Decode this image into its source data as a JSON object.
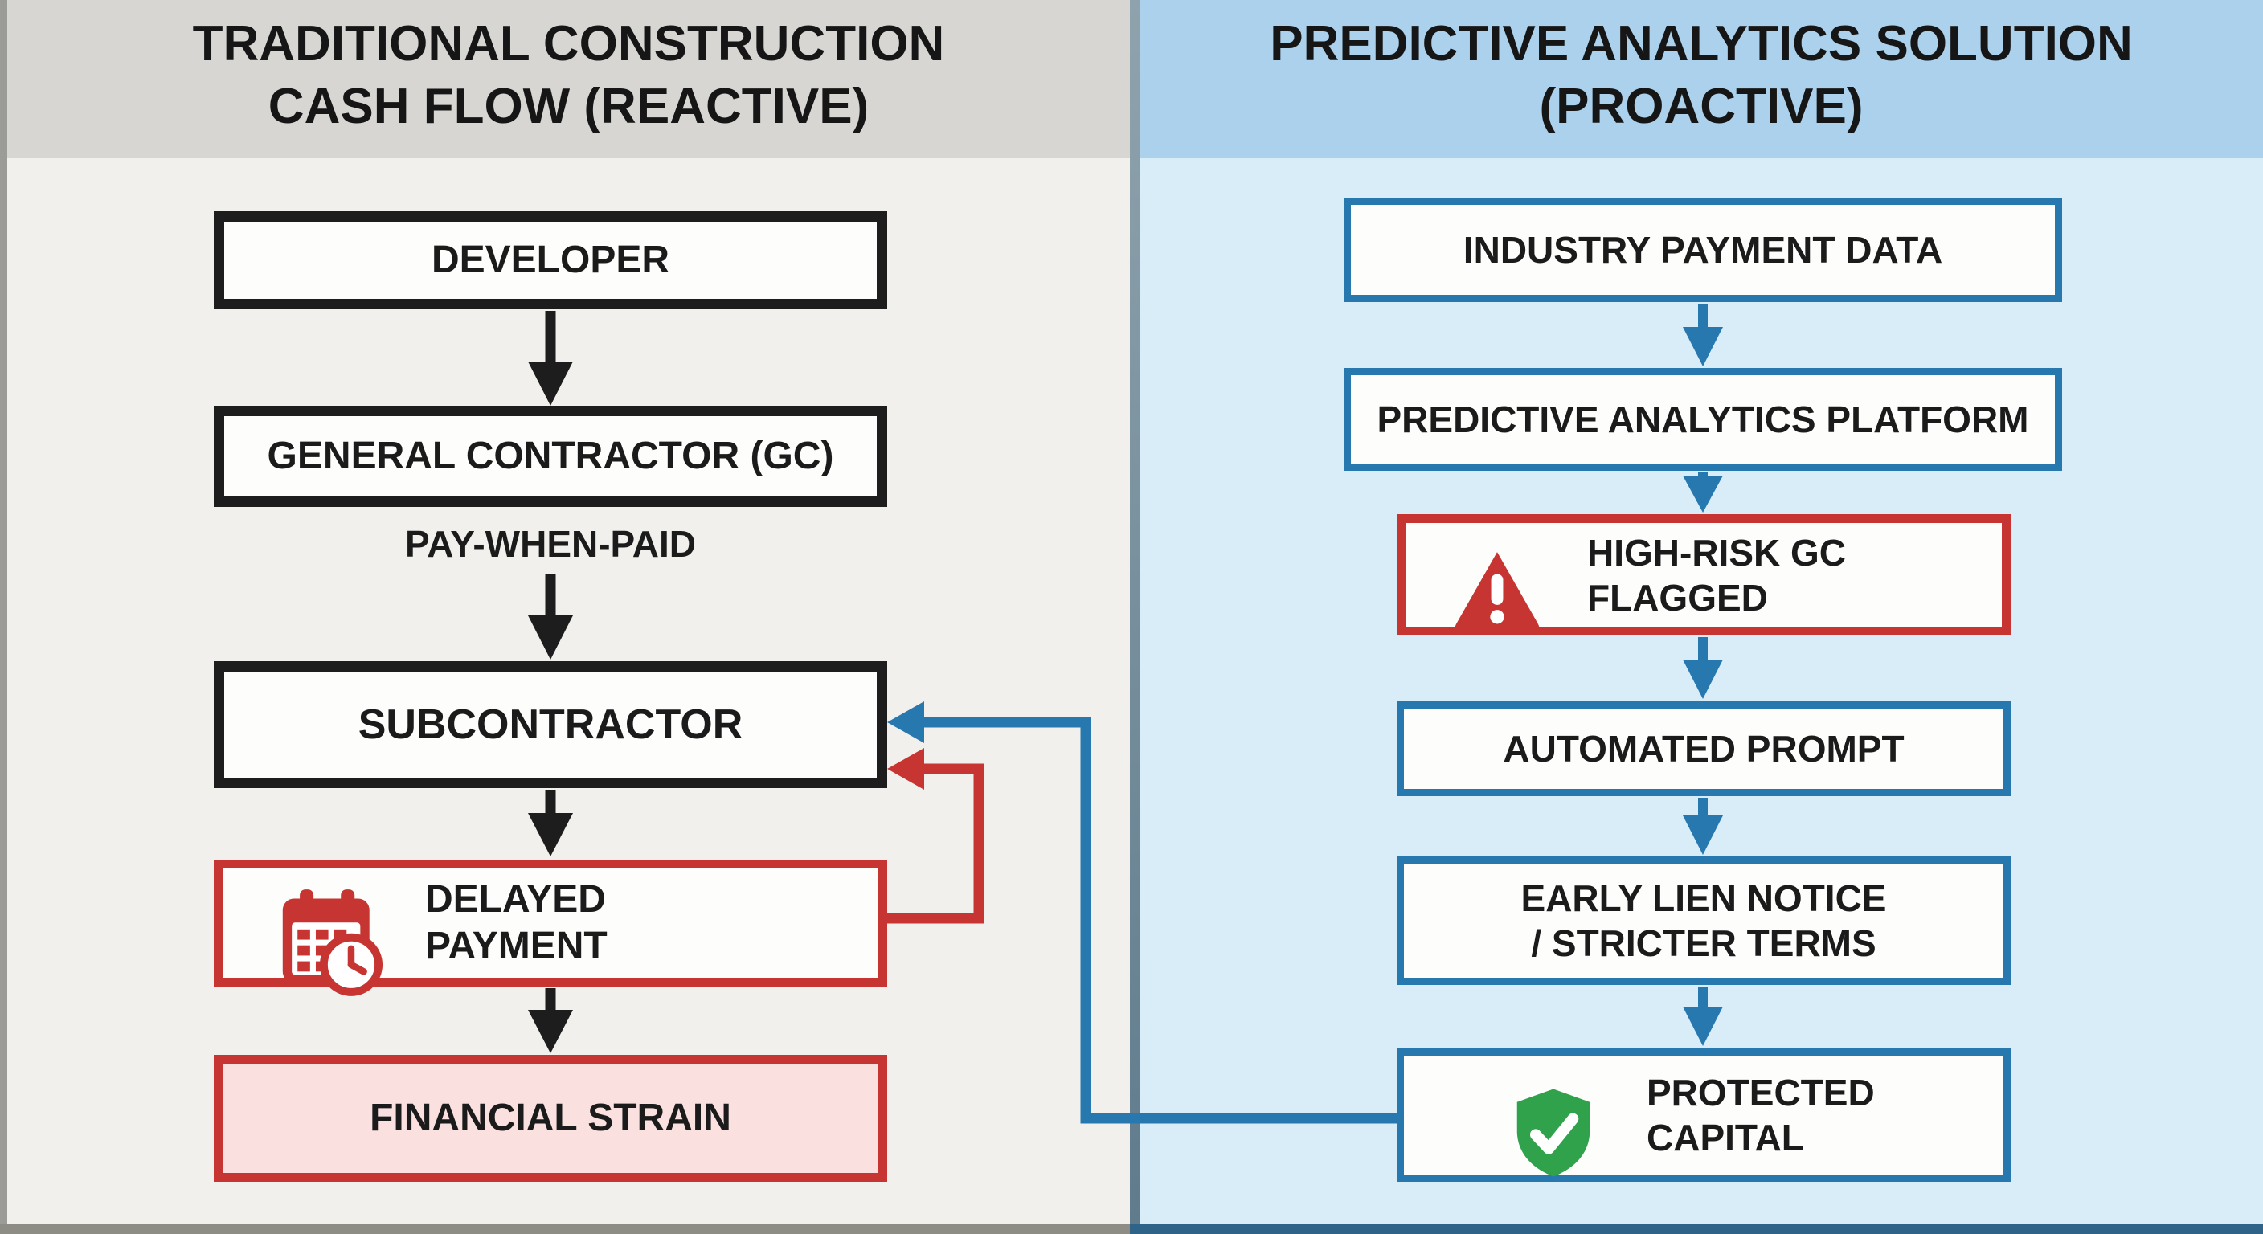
{
  "left": {
    "title": "TRADITIONAL CONSTRUCTION\nCASH FLOW (REACTIVE)",
    "nodes": {
      "developer": "DEVELOPER",
      "gc": "GENERAL CONTRACTOR (GC)",
      "pay_when_paid": "PAY-WHEN-PAID",
      "subcontractor": "SUBCONTRACTOR",
      "delayed_payment": "DELAYED\nPAYMENT",
      "financial_strain": "FINANCIAL STRAIN"
    }
  },
  "right": {
    "title": "PREDICTIVE ANALYTICS SOLUTION\n(PROACTIVE)",
    "nodes": {
      "industry_data": "INDUSTRY PAYMENT DATA",
      "platform": "PREDICTIVE ANALYTICS PLATFORM",
      "high_risk": "HIGH-RISK GC\nFLAGGED",
      "automated_prompt": "AUTOMATED PROMPT",
      "early_lien": "EARLY LIEN NOTICE\n/ STRICTER TERMS",
      "protected_capital": "PROTECTED\nCAPITAL"
    }
  },
  "icons": {
    "delayed_payment": "calendar-clock-icon",
    "high_risk": "warning-triangle-icon",
    "protected_capital": "shield-check-icon"
  },
  "colors": {
    "left_header": "#d8d6d3",
    "left_body": "#f1f0ed",
    "right_header": "#abd1ec",
    "right_body": "#d9edf8",
    "black_line": "#1d1d1d",
    "blue_accent": "#2878b0",
    "red_accent": "#c63531",
    "pink_fill": "#fbe0e0",
    "green_shield": "#31a24c",
    "divider": "#5f7b8c"
  }
}
